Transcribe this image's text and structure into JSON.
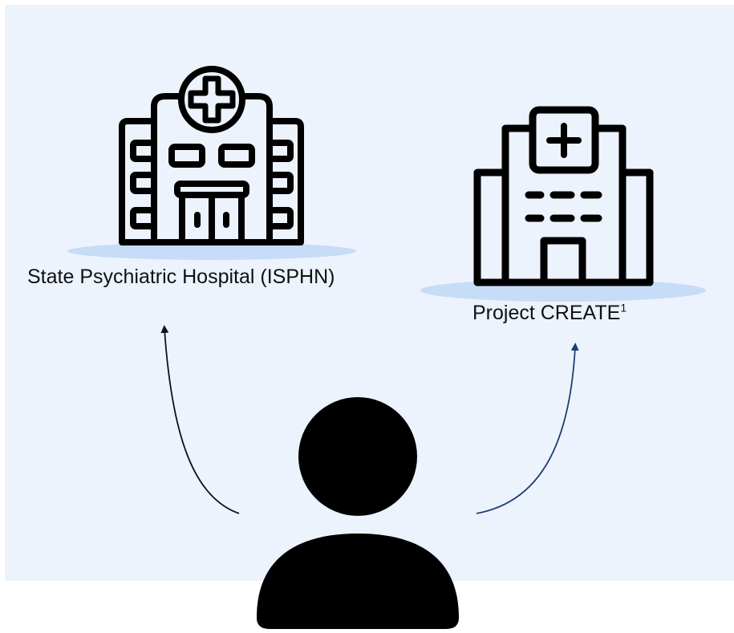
{
  "labels": {
    "left_hospital": "State Psychiatric Hospital (ISPHN)",
    "right_hospital": "Project CREATE",
    "right_hospital_superscript": "1"
  },
  "colors": {
    "background_panel": "#ecf3fd",
    "shadow_ellipse": "#c7dcf6",
    "icon": "#000000",
    "arrow_left": "#111111",
    "arrow_right": "#1f3f70"
  },
  "icons": {
    "left": "hospital-building-icon",
    "right": "clinic-building-icon",
    "person": "person-icon"
  }
}
